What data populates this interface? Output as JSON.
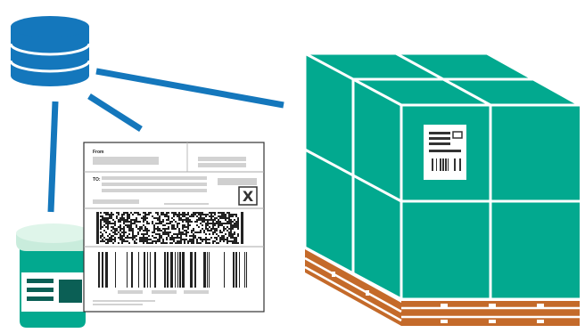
{
  "colors": {
    "database": "#1477bc",
    "connector": "#1477bc",
    "teal": "#02a98f",
    "teal_dark": "#027a66",
    "pallet": "#c46a2a",
    "lid": "#c9ecdc",
    "label_text": "#222222"
  },
  "label": {
    "from_text": "From",
    "to_text": "TO:",
    "checkbox_mark": "X"
  },
  "icons": {
    "database": "database-icon",
    "shipping_label": "shipping-label-icon",
    "pill_bottle": "pill-bottle-icon",
    "pallet_shipment": "pallet-shipment-icon"
  }
}
